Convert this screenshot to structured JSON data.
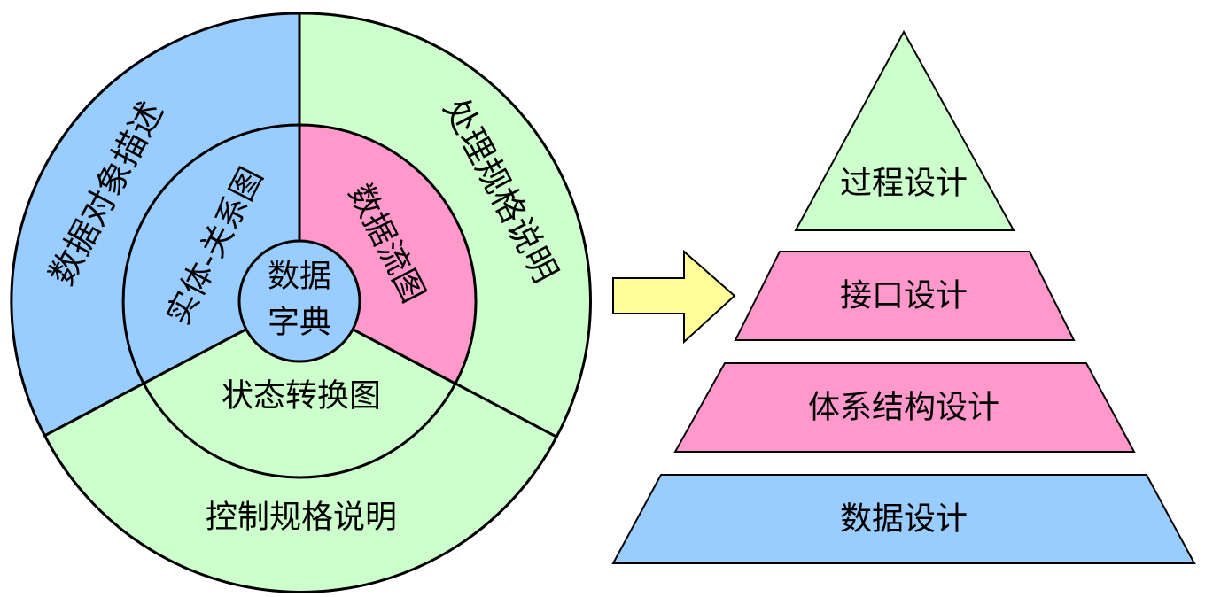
{
  "analysis_model": {
    "outer": {
      "data_object_description": "数据对象描述",
      "process_specification": "处理规格说明",
      "control_specification": "控制规格说明"
    },
    "middle": {
      "er_diagram": "实体-关系图",
      "data_flow_diagram": "数据流图",
      "state_transition_diagram": "状态转换图"
    },
    "center": {
      "line1": "数据",
      "line2": "字典"
    }
  },
  "design_model": {
    "procedural_design": "过程设计",
    "interface_design": "接口设计",
    "architectural_design": "体系结构设计",
    "data_design": "数据设计"
  },
  "colors": {
    "blue": "#99ccff",
    "green": "#ccffcc",
    "pink": "#ff99cc",
    "arrow": "#ffff99",
    "stroke": "#000000"
  }
}
